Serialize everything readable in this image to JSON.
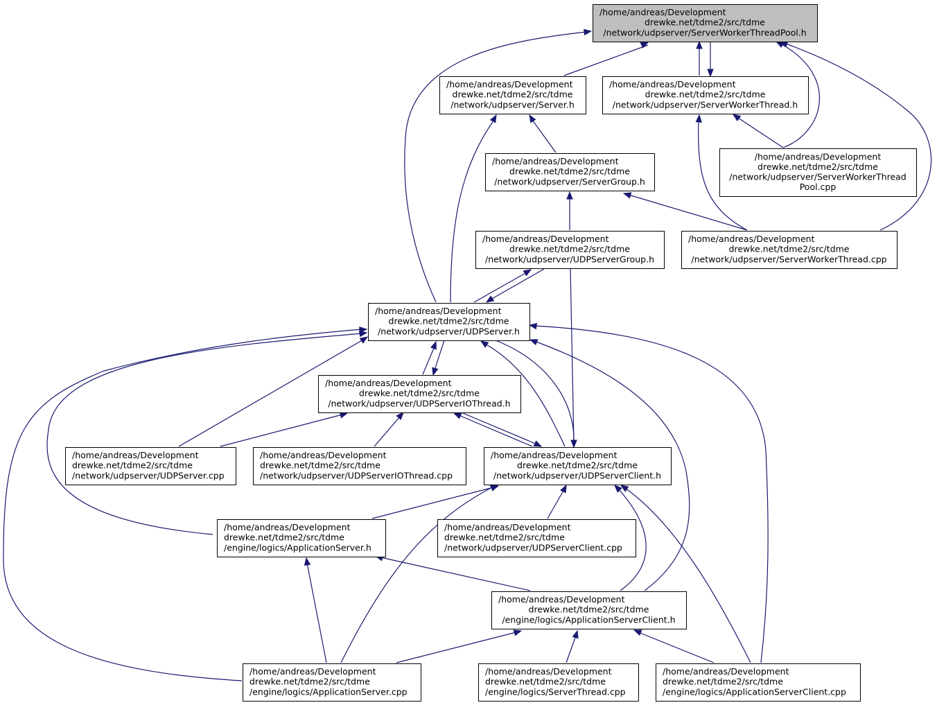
{
  "graph": {
    "colors": {
      "edge": "#191970",
      "node_border": "#000000",
      "current_fill": "#bfbfbf",
      "node_fill": "#ffffff"
    },
    "nodes": {
      "swtp_h": [
        "/home/andreas/Development",
        "drewke.net/tdme2/src/tdme",
        "/network/udpserver/ServerWorkerThreadPool.h"
      ],
      "server_h": [
        "/home/andreas/Development",
        "drewke.net/tdme2/src/tdme",
        "/network/udpserver/Server.h"
      ],
      "swt_h": [
        "/home/andreas/Development",
        "drewke.net/tdme2/src/tdme",
        "/network/udpserver/ServerWorkerThread.h"
      ],
      "servergroup_h": [
        "/home/andreas/Development",
        "drewke.net/tdme2/src/tdme",
        "/network/udpserver/ServerGroup.h"
      ],
      "swtp_cpp": [
        "/home/andreas/Development",
        "drewke.net/tdme2/src/tdme",
        "/network/udpserver/ServerWorkerThread",
        "Pool.cpp"
      ],
      "udpservergroup_h": [
        "/home/andreas/Development",
        "drewke.net/tdme2/src/tdme",
        "/network/udpserver/UDPServerGroup.h"
      ],
      "swt_cpp": [
        "/home/andreas/Development",
        "drewke.net/tdme2/src/tdme",
        "/network/udpserver/ServerWorkerThread.cpp"
      ],
      "udpserver_h": [
        "/home/andreas/Development",
        "drewke.net/tdme2/src/tdme",
        "/network/udpserver/UDPServer.h"
      ],
      "udpserverio_h": [
        "/home/andreas/Development",
        "drewke.net/tdme2/src/tdme",
        "/network/udpserver/UDPServerIOThread.h"
      ],
      "udpserver_cpp": [
        "/home/andreas/Development",
        "drewke.net/tdme2/src/tdme",
        "/network/udpserver/UDPServer.cpp"
      ],
      "udpserverio_cpp": [
        "/home/andreas/Development",
        "drewke.net/tdme2/src/tdme",
        "/network/udpserver/UDPServerIOThread.cpp"
      ],
      "udpclient_h": [
        "/home/andreas/Development",
        "drewke.net/tdme2/src/tdme",
        "/network/udpserver/UDPServerClient.h"
      ],
      "appserver_h": [
        "/home/andreas/Development",
        "drewke.net/tdme2/src/tdme",
        "/engine/logics/ApplicationServer.h"
      ],
      "udpclient_cpp": [
        "/home/andreas/Development",
        "drewke.net/tdme2/src/tdme",
        "/network/udpserver/UDPServerClient.cpp"
      ],
      "appclient_h": [
        "/home/andreas/Development",
        "drewke.net/tdme2/src/tdme",
        "/engine/logics/ApplicationServerClient.h"
      ],
      "appserver_cpp": [
        "/home/andreas/Development",
        "drewke.net/tdme2/src/tdme",
        "/engine/logics/ApplicationServer.cpp"
      ],
      "serverthread_cpp": [
        "/home/andreas/Development",
        "drewke.net/tdme2/src/tdme",
        "/engine/logics/ServerThread.cpp"
      ],
      "appclient_cpp": [
        "/home/andreas/Development",
        "drewke.net/tdme2/src/tdme",
        "/engine/logics/ApplicationServerClient.cpp"
      ]
    }
  }
}
